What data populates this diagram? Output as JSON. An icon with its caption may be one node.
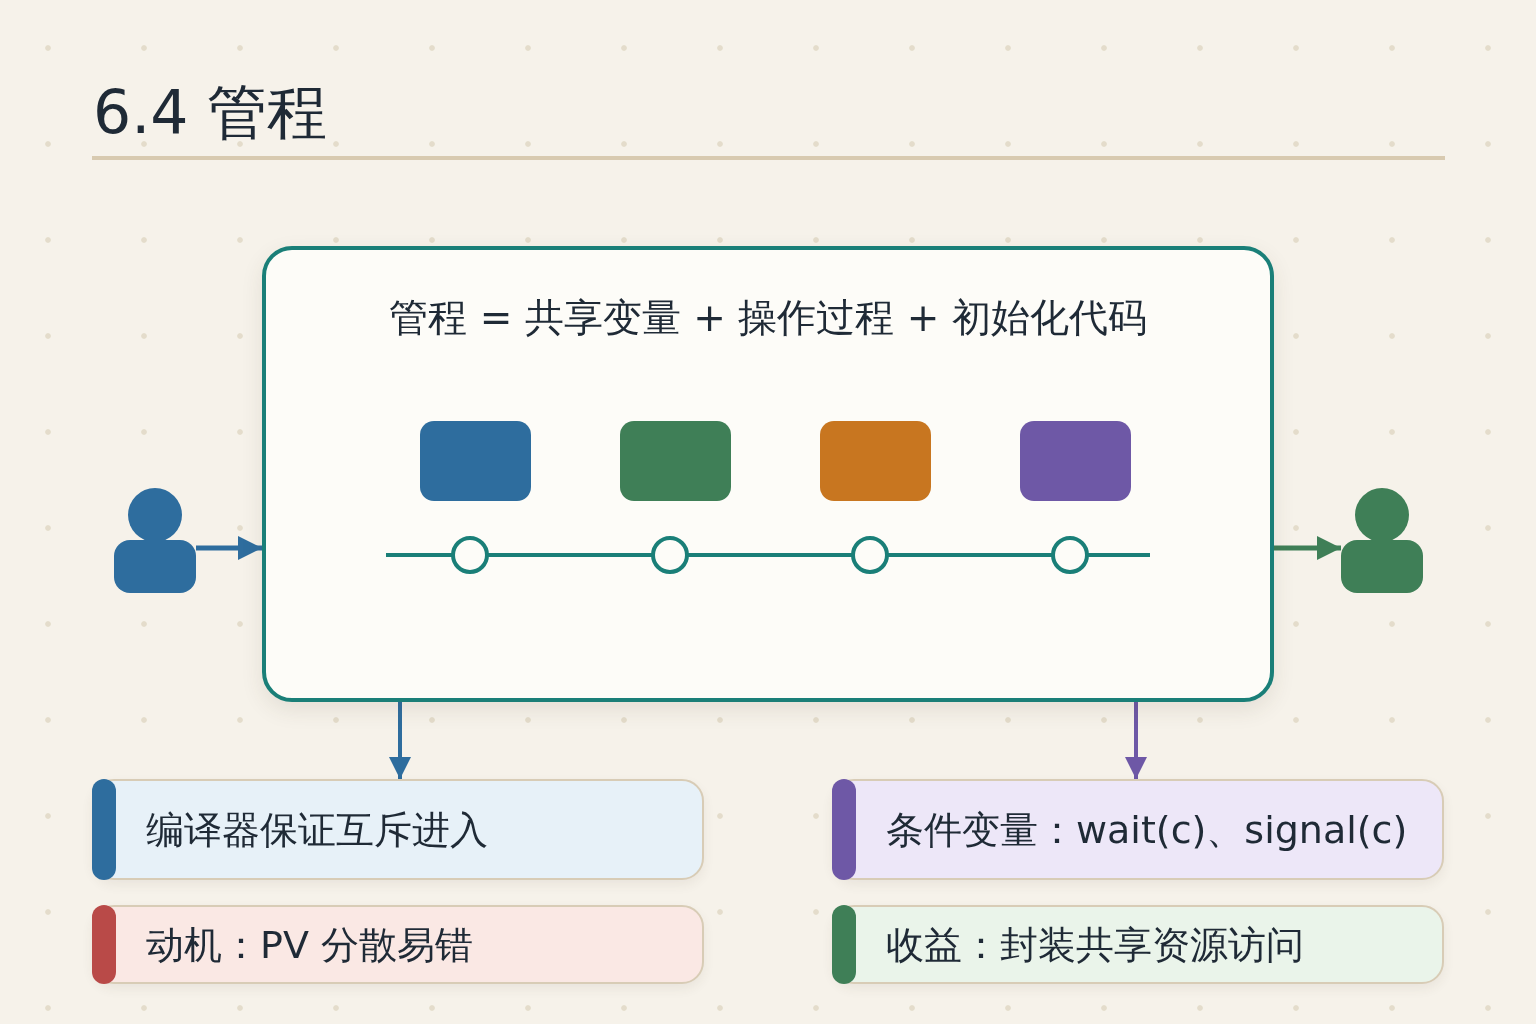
{
  "diagram": {
    "title": "6.4 管程",
    "nodes": [
      {
        "text": [
          "管程 = 共享变量 + 操作过程 + 初始化代码"
        ]
      },
      {
        "text": [],
        "shape": "box",
        "in": 0
      },
      {
        "text": [],
        "shape": "box",
        "in": 0
      },
      {
        "text": [],
        "shape": "box",
        "in": 0
      },
      {
        "text": [],
        "shape": "box",
        "in": 0
      },
      {
        "text": [],
        "shape": "person"
      },
      {
        "text": [],
        "shape": "person"
      },
      {
        "text": [
          "编译器保证互斥进入"
        ]
      },
      {
        "text": [
          "条件变量：wait(c)、signal(c)"
        ]
      },
      {
        "text": [
          "动机：PV 分散易错"
        ]
      },
      {
        "text": [
          "收益：封装共享资源访问"
        ]
      }
    ],
    "edges": [
      {
        "from": 5,
        "to": 0,
        "arrow": "to"
      },
      {
        "from": 0,
        "to": 6,
        "arrow": "to",
        "color": "#3f7f57"
      },
      {
        "from": 0,
        "to": 7,
        "arrow": "to"
      },
      {
        "from": 0,
        "to": 8,
        "arrow": "to",
        "color": "#6e58a6"
      }
    ]
  }
}
